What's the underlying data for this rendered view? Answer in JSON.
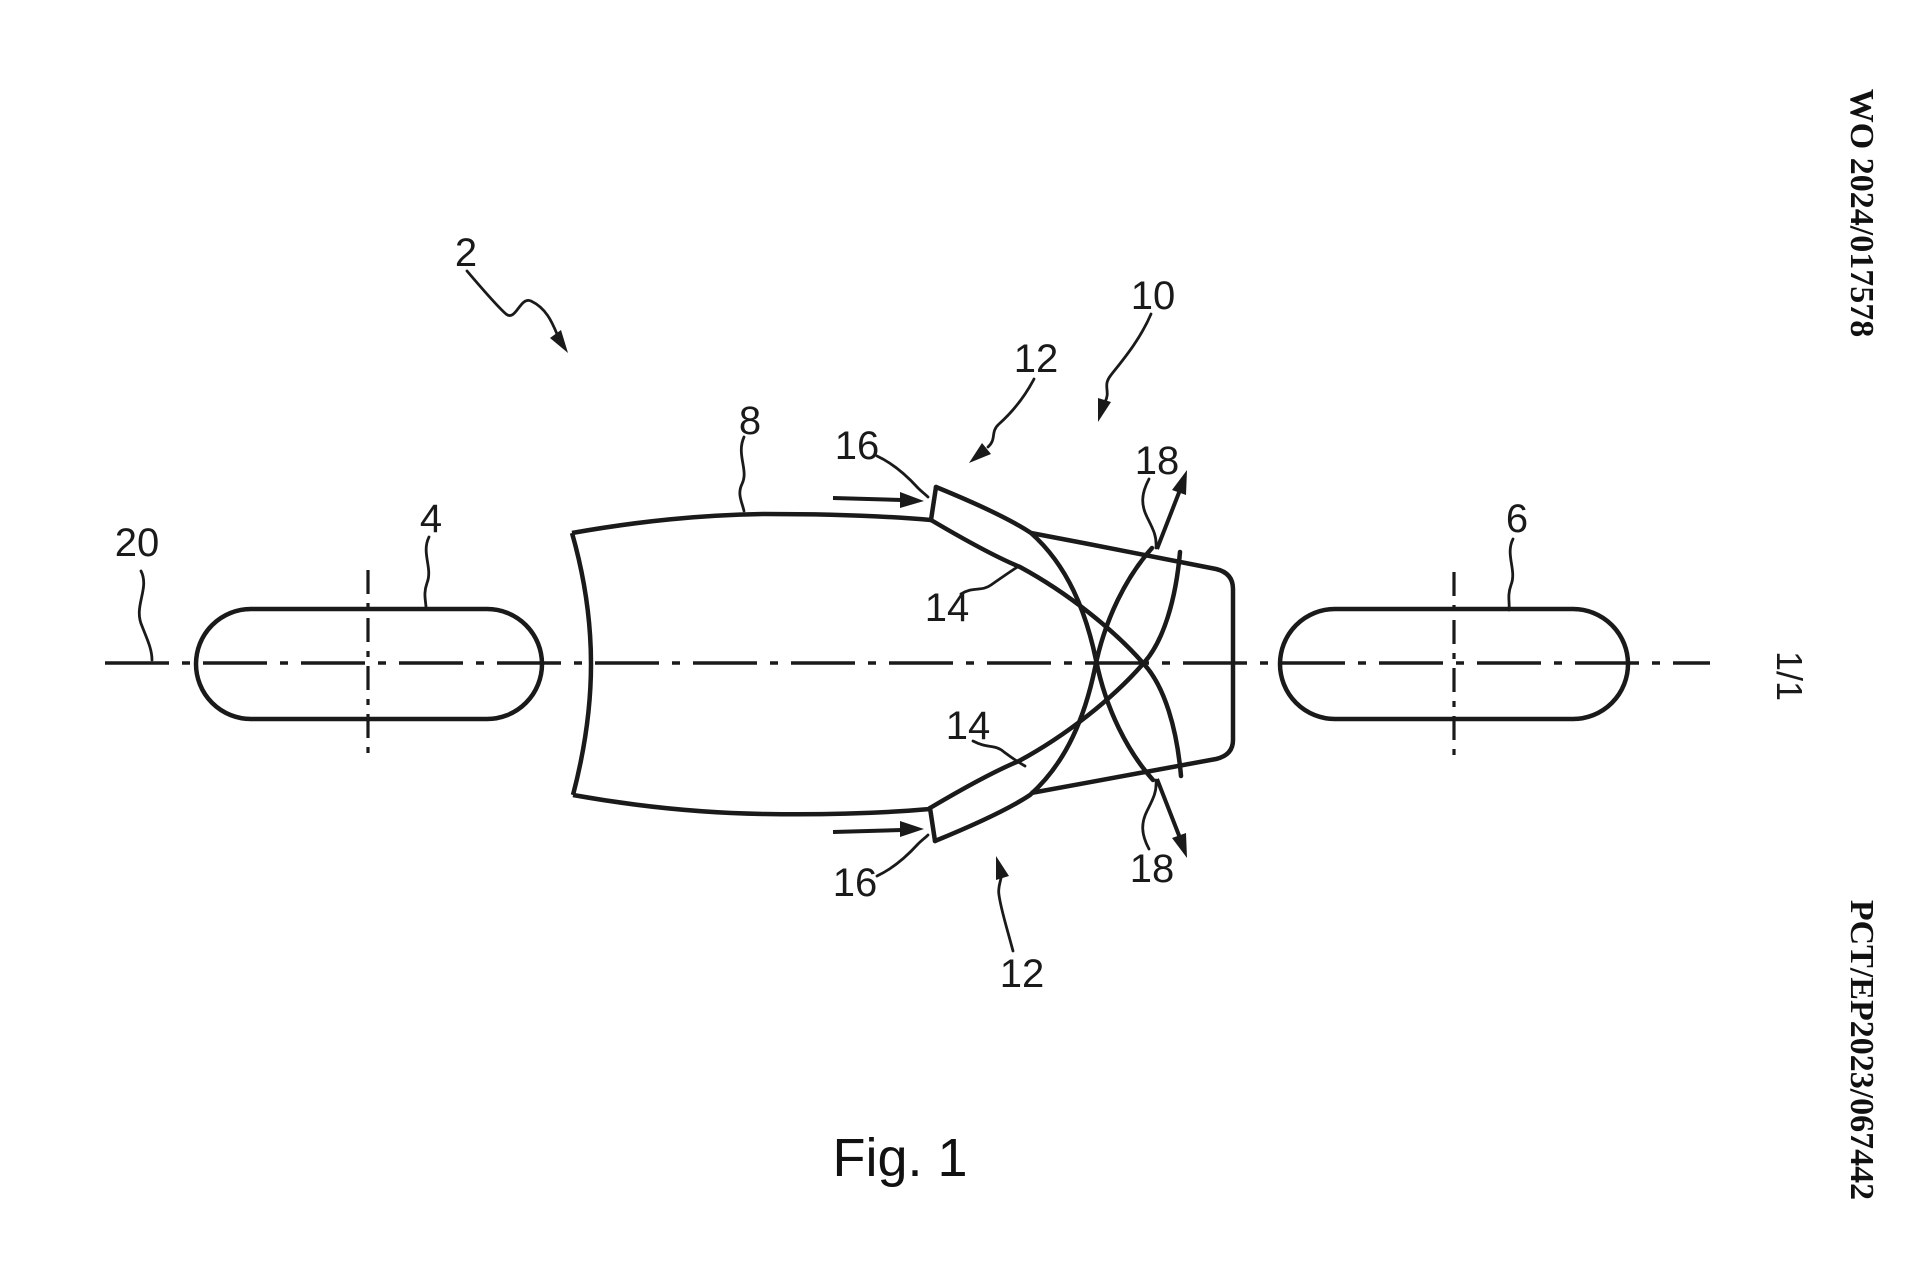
{
  "document": {
    "publication_number": "WO 2024/017578",
    "application_number": "PCT/EP2023/067442",
    "sheet_indicator": "1/1",
    "figure_caption": "Fig. 1"
  },
  "figure": {
    "refs": {
      "r2": "2",
      "r4": "4",
      "r6": "6",
      "r8": "8",
      "r10": "10",
      "r12": "12",
      "r14": "14",
      "r16": "16",
      "r18": "18",
      "r20": "20"
    },
    "colors": {
      "line": "#1a1a1a",
      "background": "#ffffff"
    }
  }
}
